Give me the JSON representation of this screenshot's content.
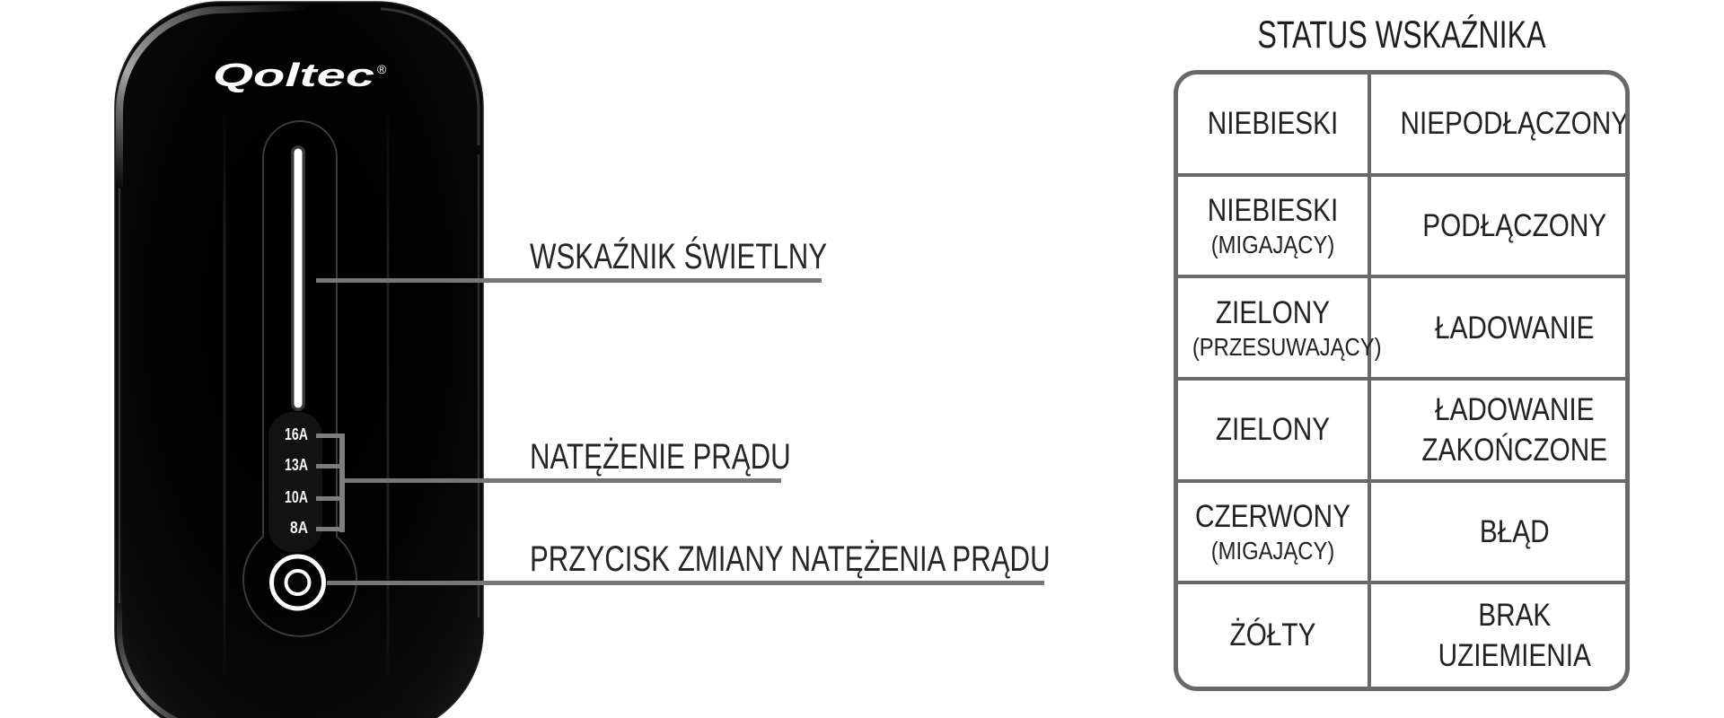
{
  "device": {
    "brand": "Qoltec",
    "registered_mark": "®",
    "amperage_labels": [
      "16A",
      "13A",
      "10A",
      "8A"
    ]
  },
  "annotations": [
    {
      "label": "WSKAŹNIK ŚWIETLNY"
    },
    {
      "label": "NATĘŻENIE PRĄDU"
    },
    {
      "label": "PRZYCISK ZMIANY NATĘŻENIA PRĄDU"
    }
  ],
  "status_table": {
    "title": "STATUS WSKAŹNIKA",
    "rows": [
      {
        "indicator": "NIEBIESKI",
        "indicator_note": "",
        "meaning": "NIEPODŁĄCZONY"
      },
      {
        "indicator": "NIEBIESKI",
        "indicator_note": "(MIGAJĄCY)",
        "meaning": "PODŁĄCZONY"
      },
      {
        "indicator": "ZIELONY",
        "indicator_note": "(PRZESUWAJĄCY)",
        "meaning": "ŁADOWANIE"
      },
      {
        "indicator": "ZIELONY",
        "indicator_note": "",
        "meaning": "ŁADOWANIE ZAKOŃCZONE"
      },
      {
        "indicator": "CZERWONY",
        "indicator_note": "(MIGAJĄCY)",
        "meaning": "BŁĄD"
      },
      {
        "indicator": "ŻÓŁTY",
        "indicator_note": "",
        "meaning": "BRAK UZIEMIENIA"
      }
    ]
  },
  "colors": {
    "leader_line": "#777777",
    "table_border": "#696969",
    "label_text": "#262626",
    "table_text": "#222222",
    "device_body": "#050505",
    "indicator_strip": "#ffffff"
  }
}
